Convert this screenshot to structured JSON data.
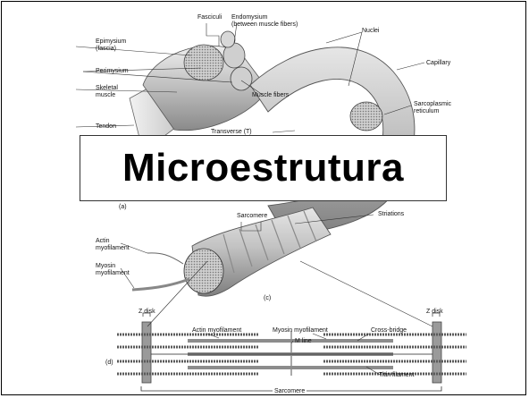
{
  "slide": {
    "title": "Microestrutura"
  },
  "figure": {
    "labels": {
      "fasciculi": "Fasciculi",
      "endomysium": "Endomysium\n(between muscle fibers)",
      "nuclei": "Nuclei",
      "epimysium": "Epimysium\n(fascia)",
      "perimysium": "Perimysium",
      "capillary": "Capillary",
      "skeletal_muscle": "Skeletal\nmuscle",
      "muscle_fibers": "Muscle fibers",
      "sarcoplasmic_reticulum": "Sarcoplasmic\nreticulum",
      "tendon": "Tendon",
      "transverse": "Transverse (T)",
      "panel_a": "(a)",
      "sarcomere_top": "Sarcomere",
      "striations": "Striations",
      "actin_myofilament": "Actin\nmyofilament",
      "myosin_myofilament": "Myosin\nmyofilament",
      "panel_c": "(c)",
      "z_disk_left": "Z disk",
      "z_disk_right": "Z disk",
      "actin_myofilament_d": "Actin myofilament",
      "myosin_myofilament_d": "Myosin myofilament",
      "m_line": "M line",
      "cross_bridge": "Cross-bridge",
      "panel_d": "(d)",
      "titin_filament": "Titin filament",
      "sarcomere_bottom": "Sarcomere"
    }
  },
  "colors": {
    "background": "#ffffff",
    "muscle_light": "#d4d4d4",
    "muscle_mid": "#a8a8a8",
    "muscle_dark": "#6e6e6e",
    "filament": "#555555"
  }
}
